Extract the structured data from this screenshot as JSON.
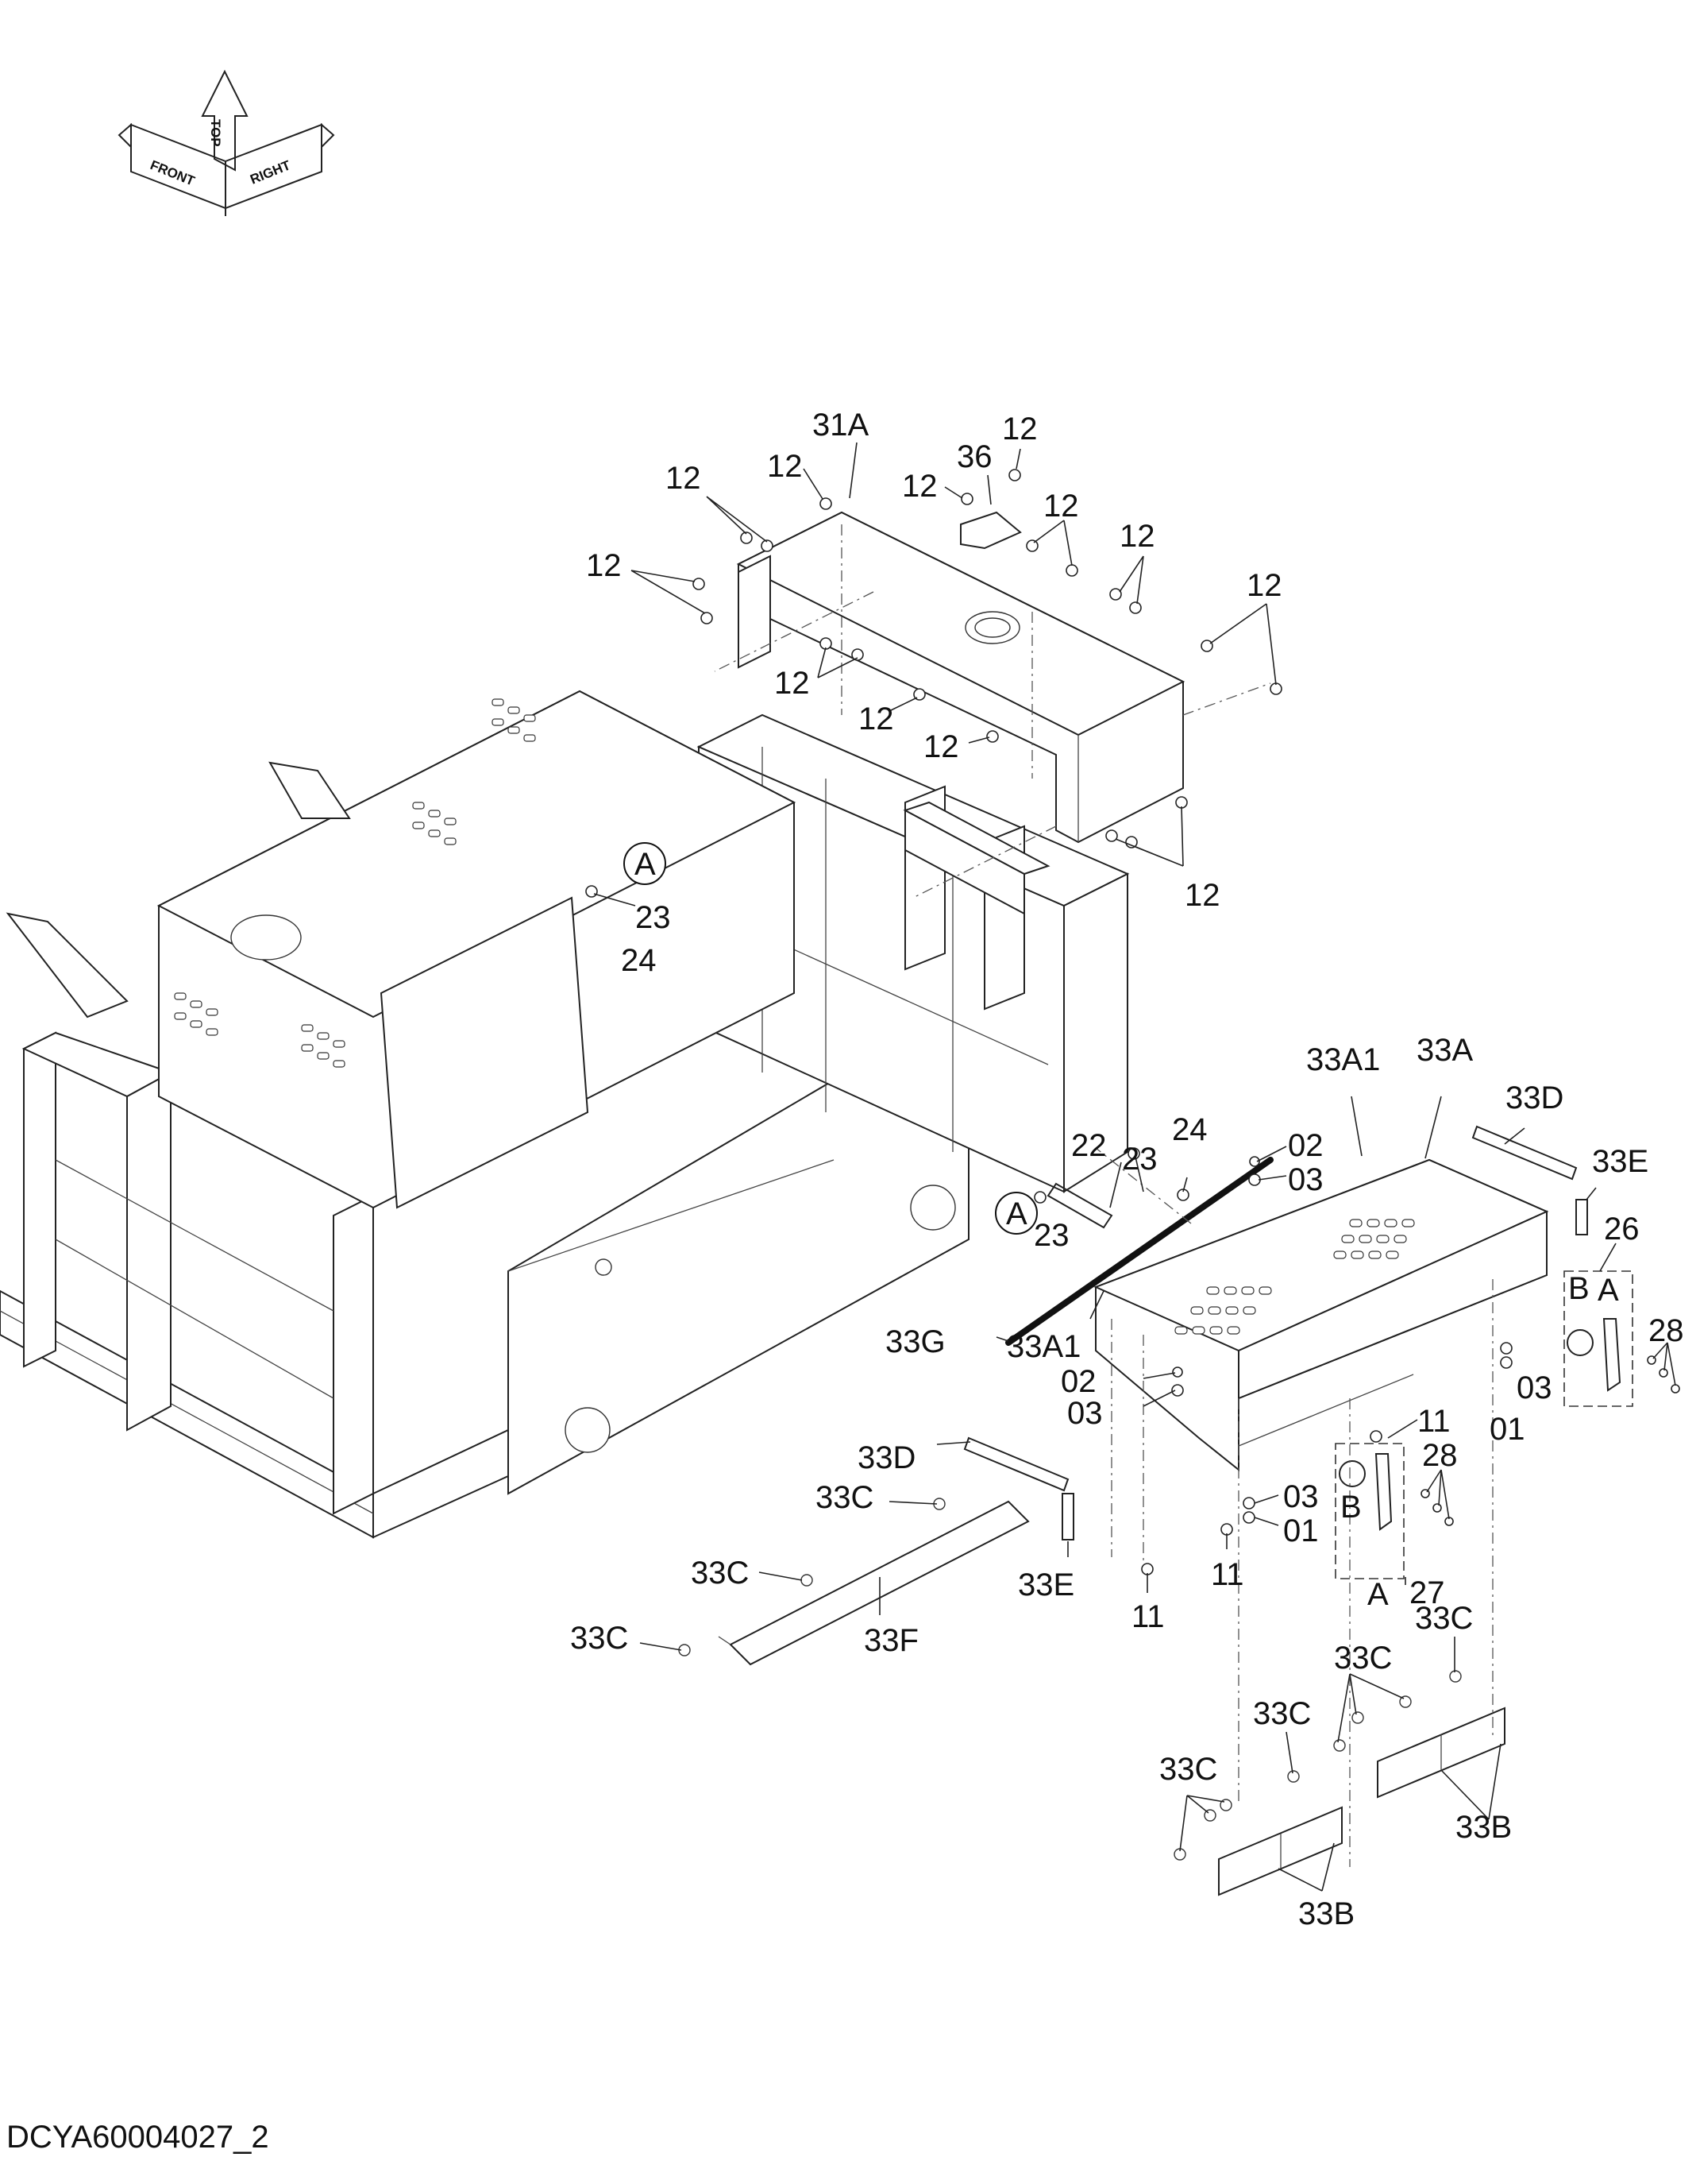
{
  "orientation": {
    "front": "FRONT",
    "top": "TOP",
    "right": "RIGHT"
  },
  "callouts": [
    {
      "id": "31A",
      "text": "31A"
    },
    {
      "id": "36",
      "text": "36"
    },
    {
      "id": "12a",
      "text": "12"
    },
    {
      "id": "12b",
      "text": "12"
    },
    {
      "id": "12c",
      "text": "12"
    },
    {
      "id": "12d",
      "text": "12"
    },
    {
      "id": "12e",
      "text": "12"
    },
    {
      "id": "12f",
      "text": "12"
    },
    {
      "id": "12g",
      "text": "12"
    },
    {
      "id": "12h",
      "text": "12"
    },
    {
      "id": "12i",
      "text": "12"
    },
    {
      "id": "12j",
      "text": "12"
    },
    {
      "id": "12k",
      "text": "12"
    },
    {
      "id": "12l",
      "text": "12"
    },
    {
      "id": "A1",
      "text": "A"
    },
    {
      "id": "23a",
      "text": "23"
    },
    {
      "id": "24a",
      "text": "24"
    },
    {
      "id": "A2",
      "text": "A"
    },
    {
      "id": "23b",
      "text": "23"
    },
    {
      "id": "22",
      "text": "22"
    },
    {
      "id": "23c",
      "text": "23"
    },
    {
      "id": "24b",
      "text": "24"
    },
    {
      "id": "33A1a",
      "text": "33A1"
    },
    {
      "id": "33A",
      "text": "33A"
    },
    {
      "id": "02a",
      "text": "02"
    },
    {
      "id": "03a",
      "text": "03"
    },
    {
      "id": "33D1",
      "text": "33D"
    },
    {
      "id": "33E1",
      "text": "33E"
    },
    {
      "id": "26",
      "text": "26"
    },
    {
      "id": "B1",
      "text": "B"
    },
    {
      "id": "A3",
      "text": "A"
    },
    {
      "id": "28a",
      "text": "28"
    },
    {
      "id": "03b",
      "text": "03"
    },
    {
      "id": "01a",
      "text": "01"
    },
    {
      "id": "33G",
      "text": "33G"
    },
    {
      "id": "33A1b",
      "text": "33A1"
    },
    {
      "id": "02b",
      "text": "02"
    },
    {
      "id": "03c",
      "text": "03"
    },
    {
      "id": "11a",
      "text": "11"
    },
    {
      "id": "28b",
      "text": "28"
    },
    {
      "id": "03d",
      "text": "03"
    },
    {
      "id": "01b",
      "text": "01"
    },
    {
      "id": "B2",
      "text": "B"
    },
    {
      "id": "A4",
      "text": "A"
    },
    {
      "id": "27",
      "text": "27"
    },
    {
      "id": "11b",
      "text": "11"
    },
    {
      "id": "11c",
      "text": "11"
    },
    {
      "id": "33D2",
      "text": "33D"
    },
    {
      "id": "33C1",
      "text": "33C"
    },
    {
      "id": "33E2",
      "text": "33E"
    },
    {
      "id": "33C2",
      "text": "33C"
    },
    {
      "id": "33C3",
      "text": "33C"
    },
    {
      "id": "33F",
      "text": "33F"
    },
    {
      "id": "33C4",
      "text": "33C"
    },
    {
      "id": "33C5",
      "text": "33C"
    },
    {
      "id": "33C6",
      "text": "33C"
    },
    {
      "id": "33C7",
      "text": "33C"
    },
    {
      "id": "33B1",
      "text": "33B"
    },
    {
      "id": "33B2",
      "text": "33B"
    }
  ],
  "document_id": "DCYA60004027_2"
}
